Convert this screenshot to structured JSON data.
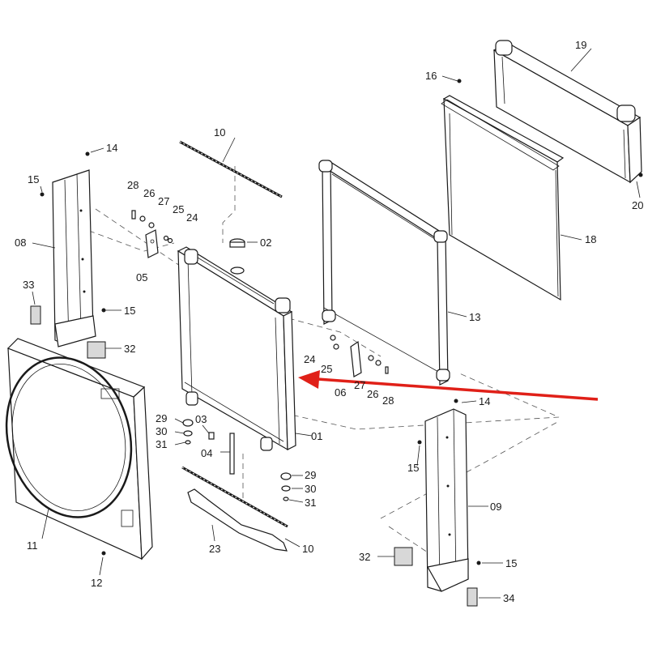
{
  "diagram": {
    "callouts": [
      {
        "id": "c01",
        "text": "01"
      },
      {
        "id": "c02",
        "text": "02"
      },
      {
        "id": "c03",
        "text": "03"
      },
      {
        "id": "c04",
        "text": "04"
      },
      {
        "id": "c05",
        "text": "05"
      },
      {
        "id": "c06",
        "text": "06"
      },
      {
        "id": "c08",
        "text": "08"
      },
      {
        "id": "c09",
        "text": "09"
      },
      {
        "id": "c10a",
        "text": "10"
      },
      {
        "id": "c10b",
        "text": "10"
      },
      {
        "id": "c11",
        "text": "11"
      },
      {
        "id": "c12",
        "text": "12"
      },
      {
        "id": "c13",
        "text": "13"
      },
      {
        "id": "c14a",
        "text": "14"
      },
      {
        "id": "c14b",
        "text": "14"
      },
      {
        "id": "c15a",
        "text": "15"
      },
      {
        "id": "c15b",
        "text": "15"
      },
      {
        "id": "c15c",
        "text": "15"
      },
      {
        "id": "c15d",
        "text": "15"
      },
      {
        "id": "c16",
        "text": "16"
      },
      {
        "id": "c18",
        "text": "18"
      },
      {
        "id": "c19",
        "text": "19"
      },
      {
        "id": "c20",
        "text": "20"
      },
      {
        "id": "c23",
        "text": "23"
      },
      {
        "id": "c24a",
        "text": "24"
      },
      {
        "id": "c24b",
        "text": "24"
      },
      {
        "id": "c25a",
        "text": "25"
      },
      {
        "id": "c25b",
        "text": "25"
      },
      {
        "id": "c26a",
        "text": "26"
      },
      {
        "id": "c26b",
        "text": "26"
      },
      {
        "id": "c27a",
        "text": "27"
      },
      {
        "id": "c27b",
        "text": "27"
      },
      {
        "id": "c28a",
        "text": "28"
      },
      {
        "id": "c28b",
        "text": "28"
      },
      {
        "id": "c29a",
        "text": "29"
      },
      {
        "id": "c29b",
        "text": "29"
      },
      {
        "id": "c30a",
        "text": "30"
      },
      {
        "id": "c30b",
        "text": "30"
      },
      {
        "id": "c31a",
        "text": "31"
      },
      {
        "id": "c31b",
        "text": "31"
      },
      {
        "id": "c32a",
        "text": "32"
      },
      {
        "id": "c32b",
        "text": "32"
      },
      {
        "id": "c33",
        "text": "33"
      },
      {
        "id": "c34",
        "text": "34"
      }
    ],
    "colors": {
      "line": "#1a1a1a",
      "arrow": "#e02018",
      "pad": "#d8d8d8"
    }
  }
}
